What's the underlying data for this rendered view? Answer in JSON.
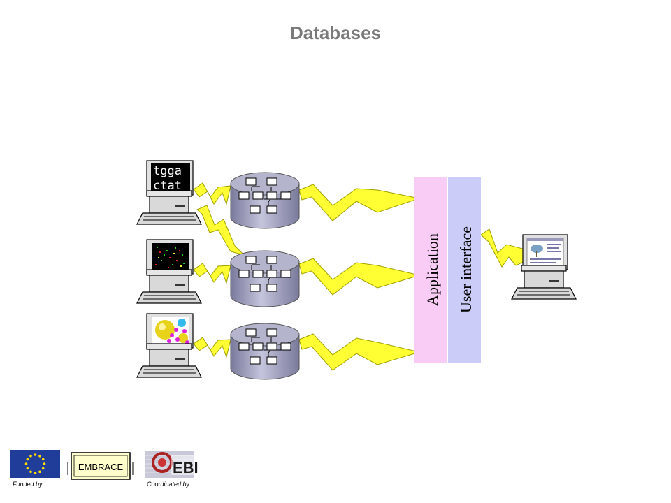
{
  "title": "Databases",
  "bars": {
    "application": "Application",
    "user_interface": "User interface"
  },
  "screens": {
    "sequence_line1": "tgga",
    "sequence_line2": "ctat"
  },
  "footer": {
    "funded_by": "Funded by",
    "embrace": "EMBRACE",
    "coordinated_by": "Coordinated by",
    "ebi": "EBI"
  },
  "colors": {
    "application_bar": "#f8ccf4",
    "user_interface_bar": "#ccccf8",
    "bolt": "#ffff33",
    "database": "#a8a8c8",
    "title": "#7a7a7a"
  },
  "icons": [
    "computer-icon",
    "database-icon",
    "lightning-bolt-icon",
    "eu-flag-icon",
    "embrace-logo",
    "ebi-logo"
  ]
}
